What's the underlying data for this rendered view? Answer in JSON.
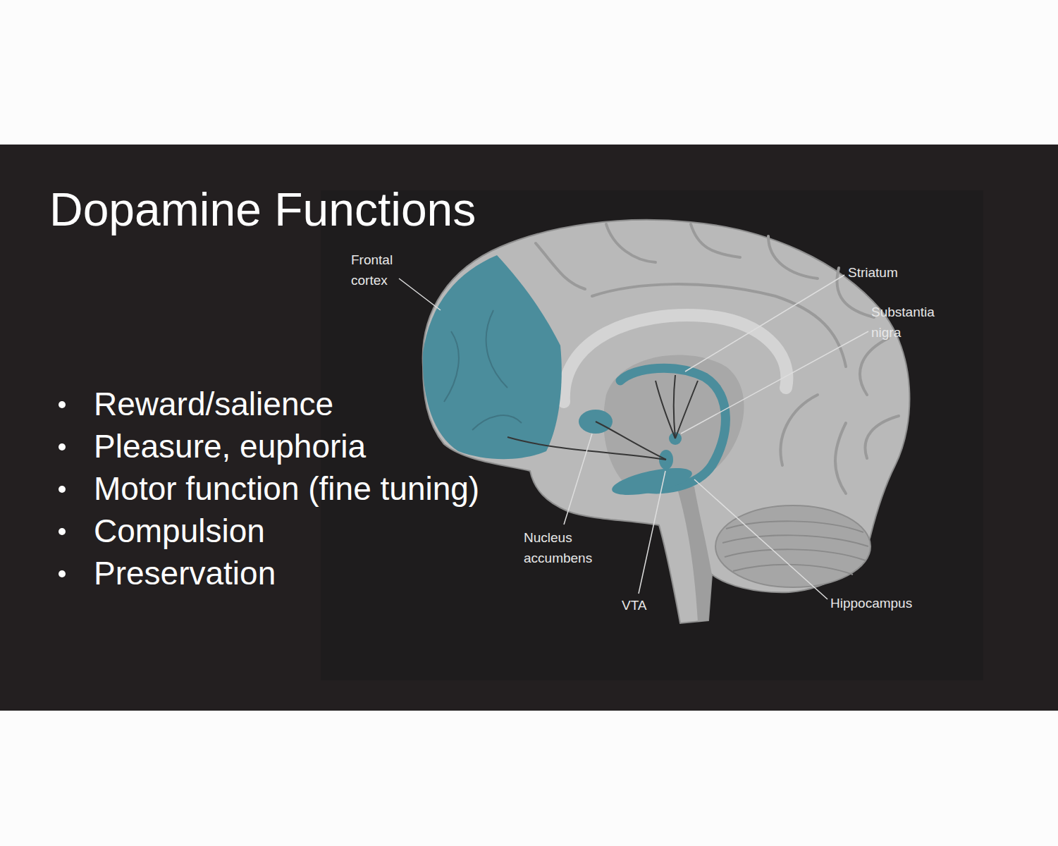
{
  "diagram": {
    "title": "Dopamine Functions",
    "labels": [
      "Frontal cortex",
      "Striatum",
      "Substantia nigra",
      "Reward/salience",
      "Pleasure, euphoria",
      "Motor function (fine tuning)",
      "Compulsion",
      "Preservation",
      "Nucleus accumbens",
      "VTA",
      "Hippocampus"
    ]
  }
}
